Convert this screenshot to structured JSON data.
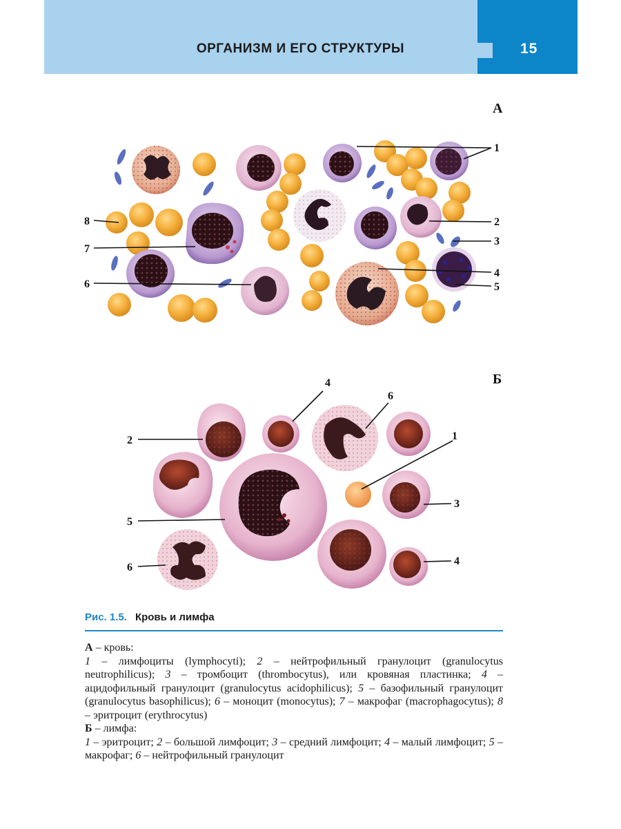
{
  "header": {
    "title": "ОРГАНИЗМ И ЕГО СТРУКТУРЫ",
    "page_number": "15"
  },
  "colors": {
    "header_band": "#a9d2ee",
    "header_accent": "#0c85c9",
    "caption_accent": "#1a86c7"
  },
  "figure": {
    "panel_a": {
      "label": "А",
      "callouts": [
        "1",
        "2",
        "3",
        "4",
        "5",
        "6",
        "7",
        "8"
      ]
    },
    "panel_b": {
      "label": "Б",
      "callouts": [
        "4",
        "6",
        "1",
        "2",
        "3",
        "5",
        "6",
        "4"
      ]
    }
  },
  "caption": {
    "number": "Рис. 1.5.",
    "title": "Кровь и лимфа"
  },
  "legend": {
    "a_header": "А",
    "a_header_rest": " – кровь:",
    "a_items": [
      {
        "n": "1",
        "t": " – лимфоциты (lymphocyti); "
      },
      {
        "n": "2",
        "t": " – нейтрофильный гранулоцит (granulocytus neutrophilicus); "
      },
      {
        "n": "3",
        "t": " – тромбоцит (thrombocytus), или кровяная пластинка; "
      },
      {
        "n": "4",
        "t": " – ацидофильный гранулоцит (granulocytus acidophilicus); "
      },
      {
        "n": "5",
        "t": " – базофильный гранулоцит (granulocytus basophilicus); "
      },
      {
        "n": "6",
        "t": " – моноцит (monocytus); "
      },
      {
        "n": "7",
        "t": " – макрофаг (macrophagocytus); "
      },
      {
        "n": "8",
        "t": " – эритроцит (erythrocytus)"
      }
    ],
    "b_header": "Б",
    "b_header_rest": " – лимфа:",
    "b_items": [
      {
        "n": "1",
        "t": " – эритроцит; "
      },
      {
        "n": "2",
        "t": " – большой лимфоцит; "
      },
      {
        "n": "3",
        "t": " – средний лимфоцит; "
      },
      {
        "n": "4",
        "t": " – малый лимфоцит; "
      },
      {
        "n": "5",
        "t": " – макрофаг; "
      },
      {
        "n": "6",
        "t": " – нейтрофильный гранулоцит"
      }
    ]
  }
}
